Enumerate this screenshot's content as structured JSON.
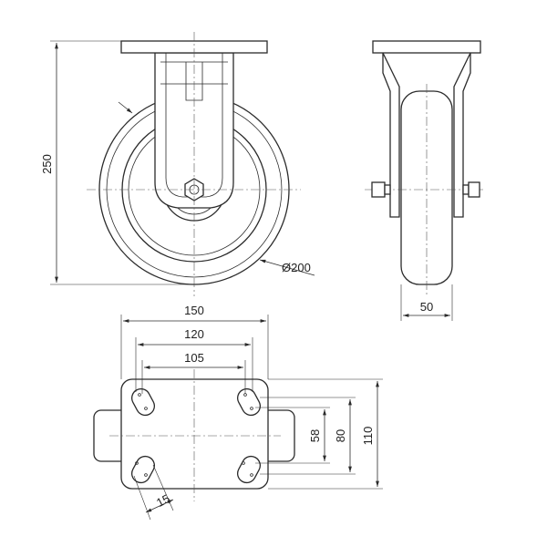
{
  "dimensions": {
    "overall_height": "250",
    "wheel_diameter": "Ø200",
    "wheel_width": "50",
    "plate_width": "150",
    "hole_spacing_outer": "120",
    "hole_spacing_inner": "105",
    "slot_spacing_58": "58",
    "slot_spacing_80": "80",
    "plate_length": "110",
    "slot_length": "15"
  }
}
